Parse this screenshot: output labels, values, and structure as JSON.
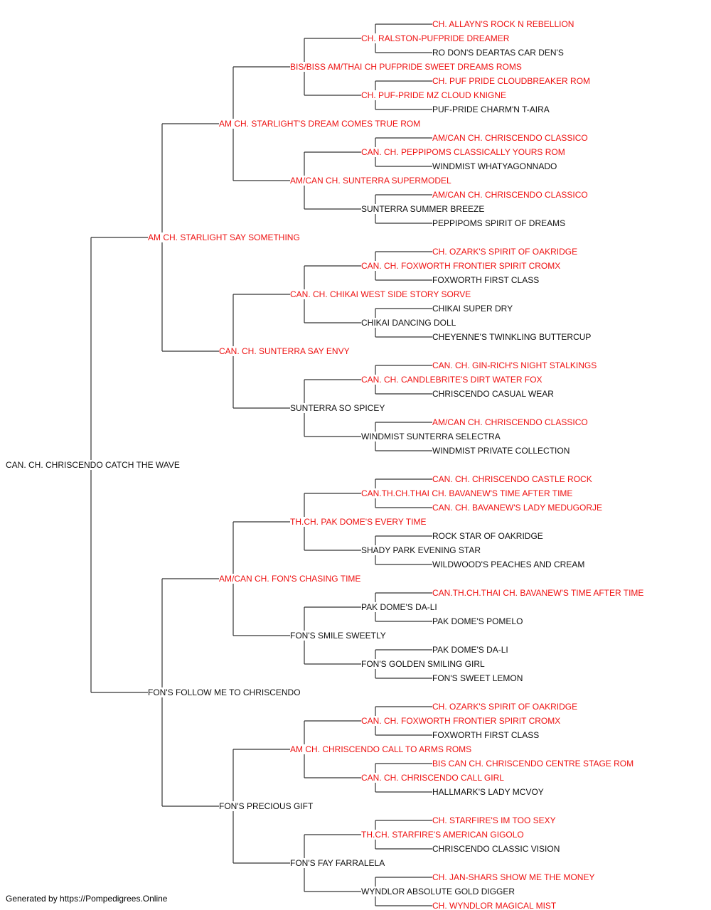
{
  "colors": {
    "champion": "#ee1111",
    "regular": "#111111",
    "line": "#333333"
  },
  "pedigree": {
    "name": "CAN. CH. CHRISCENDO CATCH THE WAVE",
    "champion": false,
    "sire": {
      "name": "AM CH. STARLIGHT SAY SOMETHING",
      "champion": true,
      "sire": {
        "name": "AM CH. STARLIGHT'S DREAM COMES TRUE ROM",
        "champion": true,
        "sire": {
          "name": "BIS/BISS AM/THAI CH PUFPRIDE SWEET DREAMS ROMS",
          "champion": true,
          "sire": {
            "name": "CH. RALSTON-PUFPRIDE DREAMER",
            "champion": true,
            "sire": {
              "name": "CH. ALLAYN'S ROCK N REBELLION",
              "champion": true
            },
            "dam": {
              "name": "RO DON'S DEARTAS CAR DEN'S",
              "champion": false
            }
          },
          "dam": {
            "name": "CH. PUF-PRIDE MZ CLOUD KNIGNE",
            "champion": true,
            "sire": {
              "name": "CH. PUF PRIDE CLOUDBREAKER ROM",
              "champion": true
            },
            "dam": {
              "name": "PUF-PRIDE CHARM'N T-AIRA",
              "champion": false
            }
          }
        },
        "dam": {
          "name": "AM/CAN CH. SUNTERRA SUPERMODEL",
          "champion": true,
          "sire": {
            "name": "CAN. CH. PEPPIPOMS CLASSICALLY YOURS ROM",
            "champion": true,
            "sire": {
              "name": "AM/CAN CH. CHRISCENDO CLASSICO",
              "champion": true
            },
            "dam": {
              "name": "WINDMIST WHATYAGONNADO",
              "champion": false
            }
          },
          "dam": {
            "name": "SUNTERRA SUMMER BREEZE",
            "champion": false,
            "sire": {
              "name": "AM/CAN CH. CHRISCENDO CLASSICO",
              "champion": true
            },
            "dam": {
              "name": "PEPPIPOMS SPIRIT OF DREAMS",
              "champion": false
            }
          }
        }
      },
      "dam": {
        "name": "CAN. CH. SUNTERRA SAY ENVY",
        "champion": true,
        "sire": {
          "name": "CAN. CH. CHIKAI WEST SIDE STORY SORVE",
          "champion": true,
          "sire": {
            "name": "CAN. CH. FOXWORTH FRONTIER SPIRIT CROMX",
            "champion": true,
            "sire": {
              "name": "CH. OZARK'S SPIRIT OF OAKRIDGE",
              "champion": true
            },
            "dam": {
              "name": "FOXWORTH FIRST CLASS",
              "champion": false
            }
          },
          "dam": {
            "name": "CHIKAI DANCING DOLL",
            "champion": false,
            "sire": {
              "name": "CHIKAI SUPER DRY",
              "champion": false
            },
            "dam": {
              "name": "CHEYENNE'S TWINKLING BUTTERCUP",
              "champion": false
            }
          }
        },
        "dam": {
          "name": "SUNTERRA SO SPICEY",
          "champion": false,
          "sire": {
            "name": "CAN. CH. CANDLEBRITE'S DIRT WATER FOX",
            "champion": true,
            "sire": {
              "name": "CAN. CH. GIN-RICH'S NIGHT STALKINGS",
              "champion": true
            },
            "dam": {
              "name": "CHRISCENDO CASUAL WEAR",
              "champion": false
            }
          },
          "dam": {
            "name": "WINDMIST SUNTERRA SELECTRA",
            "champion": false,
            "sire": {
              "name": "AM/CAN CH. CHRISCENDO CLASSICO",
              "champion": true
            },
            "dam": {
              "name": "WINDMIST PRIVATE COLLECTION",
              "champion": false
            }
          }
        }
      }
    },
    "dam": {
      "name": "FON'S FOLLOW ME TO CHRISCENDO",
      "champion": false,
      "sire": {
        "name": "AM/CAN CH. FON'S CHASING TIME",
        "champion": true,
        "sire": {
          "name": "TH.CH. PAK DOME'S EVERY TIME",
          "champion": true,
          "sire": {
            "name": "CAN.TH.CH.THAI CH. BAVANEW'S TIME AFTER TIME",
            "champion": true,
            "sire": {
              "name": "CAN. CH. CHRISCENDO CASTLE ROCK",
              "champion": true
            },
            "dam": {
              "name": "CAN. CH. BAVANEW'S LADY MEDUGORJE",
              "champion": true
            }
          },
          "dam": {
            "name": "SHADY PARK EVENING STAR",
            "champion": false,
            "sire": {
              "name": "ROCK STAR OF OAKRIDGE",
              "champion": false
            },
            "dam": {
              "name": "WILDWOOD'S PEACHES AND CREAM",
              "champion": false
            }
          }
        },
        "dam": {
          "name": "FON'S SMILE SWEETLY",
          "champion": false,
          "sire": {
            "name": "PAK DOME'S DA-LI",
            "champion": false,
            "sire": {
              "name": "CAN.TH.CH.THAI CH. BAVANEW'S TIME AFTER TIME",
              "champion": true
            },
            "dam": {
              "name": "PAK DOME'S POMELO",
              "champion": false
            }
          },
          "dam": {
            "name": "FON'S GOLDEN SMILING GIRL",
            "champion": false,
            "sire": {
              "name": "PAK DOME'S DA-LI",
              "champion": false
            },
            "dam": {
              "name": "FON'S SWEET LEMON",
              "champion": false
            }
          }
        }
      },
      "dam": {
        "name": "FON'S PRECIOUS GIFT",
        "champion": false,
        "sire": {
          "name": "AM CH. CHRISCENDO CALL TO ARMS ROMS",
          "champion": true,
          "sire": {
            "name": "CAN. CH. FOXWORTH FRONTIER SPIRIT CROMX",
            "champion": true,
            "sire": {
              "name": "CH. OZARK'S SPIRIT OF OAKRIDGE",
              "champion": true
            },
            "dam": {
              "name": "FOXWORTH FIRST CLASS",
              "champion": false
            }
          },
          "dam": {
            "name": "CAN. CH. CHRISCENDO CALL GIRL",
            "champion": true,
            "sire": {
              "name": "BIS CAN CH. CHRISCENDO CENTRE STAGE ROM",
              "champion": true
            },
            "dam": {
              "name": "HALLMARK'S LADY MCVOY",
              "champion": false
            }
          }
        },
        "dam": {
          "name": "FON'S FAY FARRALELA",
          "champion": false,
          "sire": {
            "name": "TH.CH. STARFIRE'S AMERICAN GIGOLO",
            "champion": true,
            "sire": {
              "name": "CH. STARFIRE'S IM TOO SEXY",
              "champion": true
            },
            "dam": {
              "name": "CHRISCENDO CLASSIC VISION",
              "champion": false
            }
          },
          "dam": {
            "name": "WYNDLOR ABSOLUTE GOLD DIGGER",
            "champion": false,
            "sire": {
              "name": "CH. JAN-SHARS SHOW ME THE MONEY",
              "champion": true
            },
            "dam": {
              "name": "CH. WYNDLOR MAGICAL MIST",
              "champion": true
            }
          }
        }
      }
    }
  },
  "footer": {
    "text": "Generated by https://Pompedigrees.Online"
  }
}
